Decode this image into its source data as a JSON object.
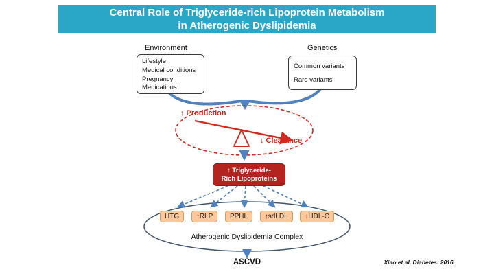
{
  "header": {
    "title_line1": "Central Role of Triglyceride-rich Lipoprotein Metabolism",
    "title_line2": "in Atherogenic Dyslipidemia",
    "bg_color": "#2AA7C7",
    "text_color": "#FFFFFF"
  },
  "environment": {
    "label": "Environment",
    "items": [
      "Lifestyle",
      "Medical conditions",
      "Pregnancy",
      "Medications"
    ]
  },
  "genetics": {
    "label": "Genetics",
    "items": [
      "Common variants",
      "Rare variants"
    ]
  },
  "balance": {
    "production_label": "↑ Production",
    "clearance_label": "↓ Clearance",
    "color": "#D3281E"
  },
  "trl_box": {
    "line1": "↑  Triglyceride-",
    "line2": "Rich Lipoproteins",
    "bg_color": "#B3231F",
    "text_color": "#FFFFFF"
  },
  "complex": {
    "boxes": [
      {
        "arrow": "",
        "text": "HTG"
      },
      {
        "arrow": "↑",
        "text": "RLP"
      },
      {
        "arrow": "",
        "text": "PPHL"
      },
      {
        "arrow": "↑",
        "text": "sdLDL"
      },
      {
        "arrow": "↓",
        "text": "HDL-C"
      }
    ],
    "label": "Atherogenic Dyslipidemia Complex",
    "box_bg": "#FBC99C",
    "box_border": "#DE9A58",
    "arrow_glyph_color": "#C00000"
  },
  "outcome": {
    "label": "ASCVD"
  },
  "citation": "Xiao et al. Diabetes. 2016.",
  "colors": {
    "connector_blue": "#4F81BD",
    "red": "#D3281E",
    "complex_ellipse": "#44546A"
  }
}
